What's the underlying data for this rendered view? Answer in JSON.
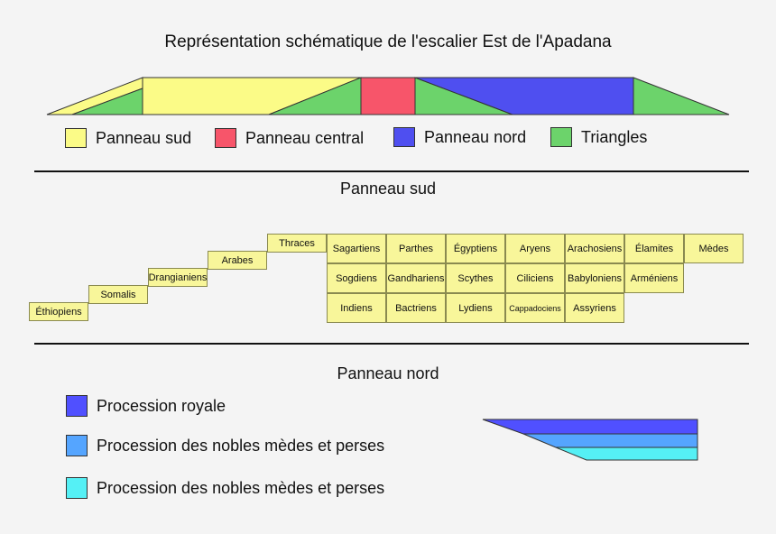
{
  "title": "Représentation schématique de l'escalier Est de l'Apadana",
  "colors": {
    "yellow": "#fbfb87",
    "red": "#f7556a",
    "blue": "#4f4ff0",
    "green": "#6cd36b",
    "cell_fill": "#f8f69a",
    "procession_royale": "#5050ff",
    "procession_medes": "#55a5ff",
    "procession_perses": "#55f0f5"
  },
  "legend": [
    {
      "label": "Panneau sud",
      "color": "#fbfb87",
      "icon": "yellow-square"
    },
    {
      "label": "Panneau central",
      "color": "#f7556a",
      "icon": "red-square"
    },
    {
      "label": "Panneau nord",
      "color": "#4f4ff0",
      "icon": "blue-square"
    },
    {
      "label": "Triangles",
      "color": "#6cd36b",
      "icon": "green-square"
    }
  ],
  "south_panel": {
    "title": "Panneau sud",
    "stairs": [
      "Éthiopiens",
      "Somalis",
      "Drangianiens",
      "Arabes",
      "Thraces"
    ],
    "grid_rows": [
      [
        "Sagartiens",
        "Parthes",
        "Égyptiens",
        "Aryens",
        "Arachosiens",
        "Élamites",
        "Mèdes"
      ],
      [
        "Sogdiens",
        "Gandhariens",
        "Scythes",
        "Ciliciens",
        "Babyloniens",
        "Arméniens"
      ],
      [
        "Indiens",
        "Bactriens",
        "Lydiens",
        "Cappadociens",
        "Assyriens"
      ]
    ]
  },
  "north_panel": {
    "title": "Panneau nord",
    "legend": [
      {
        "label": "Procession royale",
        "color": "#5050ff"
      },
      {
        "label": "Procession des nobles mèdes et perses",
        "color": "#55a5ff"
      },
      {
        "label": "Procession des nobles mèdes et perses",
        "color": "#55f0f5"
      }
    ]
  }
}
